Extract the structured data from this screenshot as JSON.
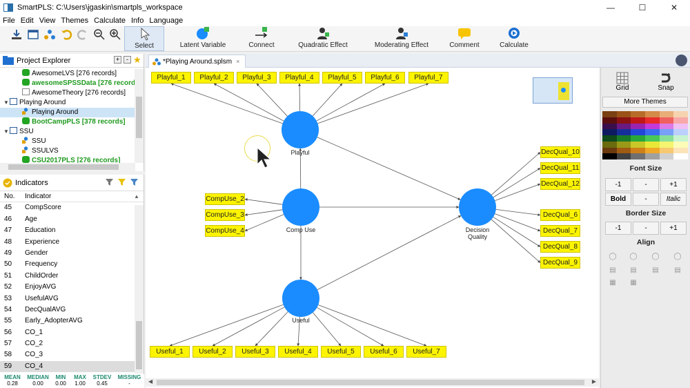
{
  "window": {
    "title": "SmartPLS: C:\\Users\\jgaskin\\smartpls_workspace"
  },
  "menu": [
    "File",
    "Edit",
    "View",
    "Themes",
    "Calculate",
    "Info",
    "Language"
  ],
  "toolbar": {
    "select": "Select",
    "latent": "Latent Variable",
    "connect": "Connect",
    "quadratic": "Quadratic Effect",
    "moderating": "Moderating Effect",
    "comment": "Comment",
    "calculate": "Calculate"
  },
  "project_explorer": {
    "title": "Project Explorer",
    "items": [
      {
        "label": "AwesomeLVS [276 records]",
        "bold": false
      },
      {
        "label": "awesomeSPSSData [276 records]",
        "bold": true
      },
      {
        "label": "AwesomeTheory [276 records]",
        "bold": false
      },
      {
        "label": "Playing Around",
        "bold": false
      },
      {
        "label": "Playing Around",
        "bold": false
      },
      {
        "label": "BootCampPLS [378 records]",
        "bold": true
      },
      {
        "label": "SSU",
        "bold": false
      },
      {
        "label": "SSU",
        "bold": false
      },
      {
        "label": "SSULVS",
        "bold": false
      },
      {
        "label": "CSU2017PLS [276 records]",
        "bold": true
      }
    ]
  },
  "indicators": {
    "title": "Indicators",
    "col_no": "No.",
    "col_name": "Indicator",
    "rows": [
      {
        "no": "45",
        "name": "CompScore"
      },
      {
        "no": "46",
        "name": "Age"
      },
      {
        "no": "47",
        "name": "Education"
      },
      {
        "no": "48",
        "name": "Experience"
      },
      {
        "no": "49",
        "name": "Gender"
      },
      {
        "no": "50",
        "name": "Frequency"
      },
      {
        "no": "51",
        "name": "ChildOrder"
      },
      {
        "no": "52",
        "name": "EnjoyAVG"
      },
      {
        "no": "53",
        "name": "UsefulAVG"
      },
      {
        "no": "54",
        "name": "DecQualAVG"
      },
      {
        "no": "55",
        "name": "Early_AdopterAVG"
      },
      {
        "no": "56",
        "name": "CO_1"
      },
      {
        "no": "57",
        "name": "CO_2"
      },
      {
        "no": "58",
        "name": "CO_3"
      },
      {
        "no": "59",
        "name": "CO_4"
      }
    ],
    "stats": {
      "headers": [
        "MEAN",
        "MEDIAN",
        "MIN",
        "MAX",
        "STDEV",
        "MISSING"
      ],
      "values": [
        "0.28",
        "0.00",
        "0.00",
        "1.00",
        "0.45",
        "-"
      ]
    }
  },
  "editor": {
    "tab": "*Playing Around.splsm"
  },
  "model": {
    "latents": [
      {
        "id": "playful",
        "label": "Playful"
      },
      {
        "id": "compuse",
        "label": "Comp Use"
      },
      {
        "id": "useful",
        "label": "Useful"
      },
      {
        "id": "decqual",
        "label": "Decision\nQuality"
      }
    ],
    "indicators": {
      "playful": [
        "Playful_1",
        "Playful_2",
        "Playful_3",
        "Playful_4",
        "Playful_5",
        "Playful_6",
        "Playful_7"
      ],
      "compuse": [
        "CompUse_2",
        "CompUse_3",
        "CompUse_4"
      ],
      "useful": [
        "Useful_1",
        "Useful_2",
        "Useful_3",
        "Useful_4",
        "Useful_5",
        "Useful_6",
        "Useful_7"
      ],
      "decqual": [
        "DecQual_10",
        "DecQual_11",
        "DecQual_12",
        "DecQual_6",
        "DecQual_7",
        "DecQual_8",
        "DecQual_9"
      ]
    },
    "colors": {
      "latent": "#1a8cff",
      "indicator": "#fcf400"
    }
  },
  "side_panel": {
    "grid": "Grid",
    "snap": "Snap",
    "more_themes": "More Themes",
    "font_size": "Font Size",
    "font_buttons": [
      "-1",
      "-",
      "+1"
    ],
    "style_buttons": [
      "Bold",
      "-",
      "Italic"
    ],
    "border_size": "Border Size",
    "border_buttons": [
      "-1",
      "-",
      "+1"
    ],
    "align": "Align"
  }
}
